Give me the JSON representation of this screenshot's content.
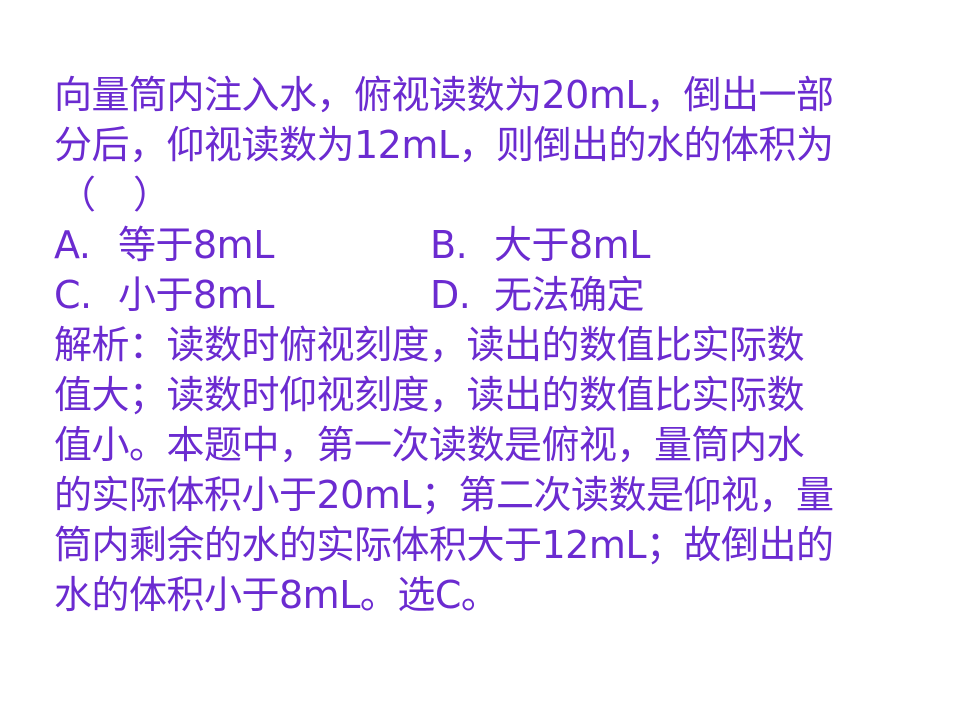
{
  "question": {
    "lines": [
      "向量筒内注入水，俯视读数为20mL，倒出一部",
      "分后，仰视读数为12mL，则倒出的水的体积为",
      "（　）"
    ]
  },
  "options": [
    {
      "letter": "A.",
      "text": "等于8mL"
    },
    {
      "letter": "B.",
      "text": "大于8mL"
    },
    {
      "letter": "C.",
      "text": "小于8mL"
    },
    {
      "letter": "D.",
      "text": "无法确定"
    }
  ],
  "analysis": {
    "lines": [
      "解析：读数时俯视刻度，读出的数值比实际数",
      "值大；读数时仰视刻度，读出的数值比实际数",
      "值小。本题中，第一次读数是俯视，量筒内水",
      "的实际体积小于20mL；第二次读数是仰视，量",
      "筒内剩余的水的实际体积大于12mL；故倒出的",
      "水的体积小于8mL。选C。"
    ]
  },
  "colors": {
    "text": "#6b2bd0",
    "background": "#ffffff"
  }
}
